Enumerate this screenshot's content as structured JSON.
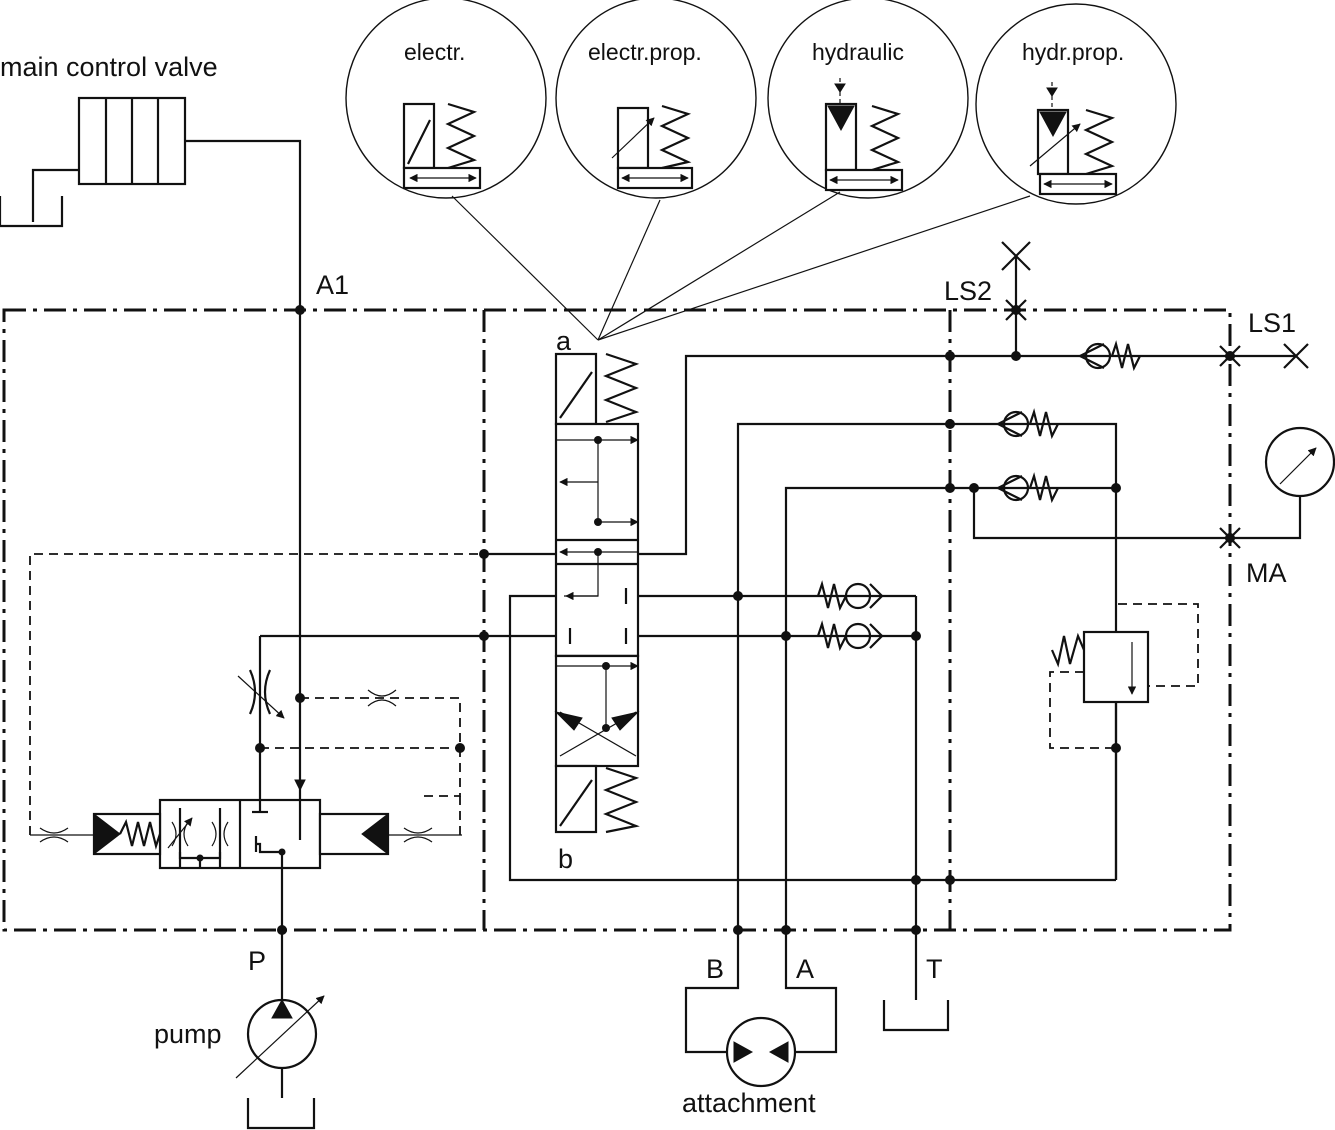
{
  "labels": {
    "main_control_valve": "main control valve",
    "a1": "A1",
    "ls2": "LS2",
    "ls1": "LS1",
    "ma": "MA",
    "port_a_upper": "a",
    "port_b_lower": "b",
    "p": "P",
    "pump": "pump",
    "b": "B",
    "a": "A",
    "t": "T",
    "attachment": "attachment"
  },
  "actuation_options": [
    {
      "label": "electr."
    },
    {
      "label": "electr.prop."
    },
    {
      "label": "hydraulic"
    },
    {
      "label": "hydr.prop."
    }
  ]
}
